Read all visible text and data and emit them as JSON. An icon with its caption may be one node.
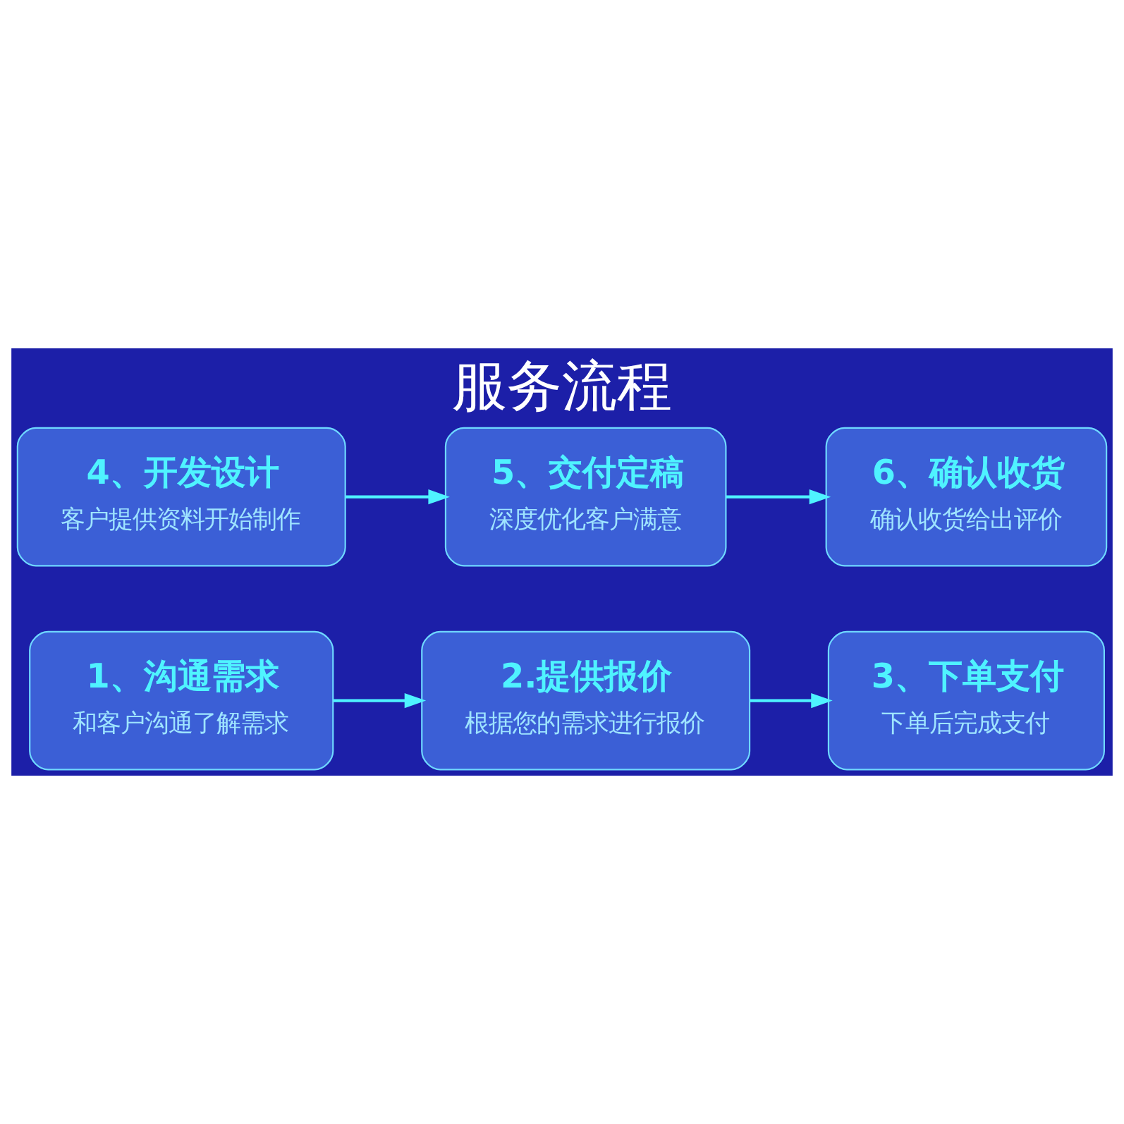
{
  "diagram": {
    "title": "服务流程",
    "nodes": [
      {
        "text": [
          "1、沟通需求",
          "和客户沟通了解需求"
        ]
      },
      {
        "text": [
          "2.提供报价",
          "根据您的需求进行报价"
        ]
      },
      {
        "text": [
          "3、下单支付",
          "下单后完成支付"
        ]
      },
      {
        "text": [
          "4、开发设计",
          "客户提供资料开始制作"
        ]
      },
      {
        "text": [
          "5、交付定稿",
          "深度优化客户满意"
        ]
      },
      {
        "text": [
          "6、确认收货",
          "确认收货给出评价"
        ]
      }
    ],
    "edges": [
      {
        "from": 0,
        "to": 1,
        "arrow": "to"
      },
      {
        "from": 1,
        "to": 2,
        "arrow": "to"
      },
      {
        "from": 3,
        "to": 4,
        "arrow": "to"
      },
      {
        "from": 4,
        "to": 5,
        "arrow": "to"
      }
    ]
  }
}
